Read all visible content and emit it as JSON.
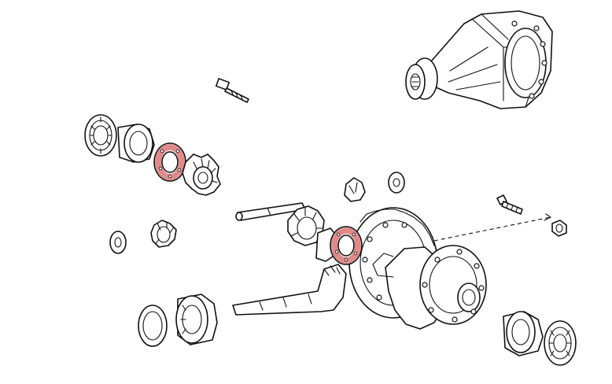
{
  "diagram": {
    "type": "exploded-view",
    "colors": {
      "line": "#111111",
      "background": "#ffffff",
      "highlight": "#e08a8a"
    },
    "parts": [
      "differential-carrier-assembly",
      "breather-plug",
      "side-bearing-left",
      "bearing-cup-left",
      "side-gear-thrust-washer-left",
      "side-gear-left",
      "pinion-thrust-washer-small",
      "pinion-gear-small",
      "pinion-shaft",
      "pinion-gear-center",
      "pinion-thrust-washer-top",
      "side-gear-thrust-washer-right",
      "drive-pinion-shaft",
      "ring-gear",
      "differential-case",
      "ring-gear-bolt",
      "lock-nut",
      "oil-seal",
      "pinion-bearing",
      "side-bearing-right-cup",
      "side-bearing-right"
    ],
    "highlighted_parts": [
      "side-gear-thrust-washer-left",
      "side-gear-thrust-washer-right"
    ]
  }
}
